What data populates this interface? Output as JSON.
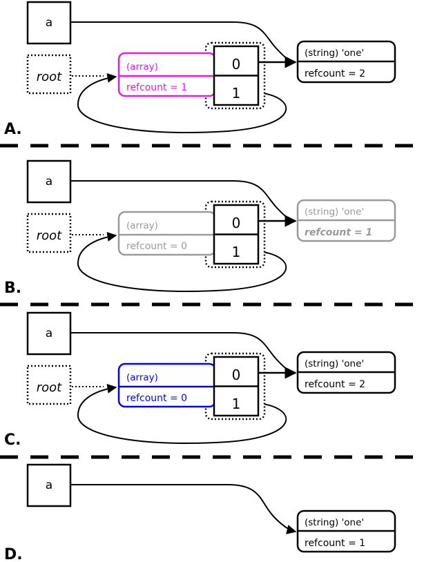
{
  "diagram": {
    "title": "PHP reference counting / garbage collection panels",
    "colors": {
      "black": "#000000",
      "magenta": "#e619e6",
      "grey": "#999999",
      "blue": "#0000ff",
      "white": "#ffffff"
    },
    "separator": {
      "style": "dashed",
      "color": "#000000"
    },
    "panels": [
      {
        "letter": "A.",
        "variable_box": {
          "label": "a",
          "style": "solid"
        },
        "root_box": {
          "label": "root",
          "style": "dotted"
        },
        "array_box": {
          "type_label": "(array)",
          "refcount_label": "refcount = 1",
          "color": "#e619e6",
          "emphasis": "normal"
        },
        "cells": [
          {
            "index": "0"
          },
          {
            "index": "1"
          }
        ],
        "string_box": {
          "type_label": "(string) 'one'",
          "refcount_label": "refcount = 2",
          "color": "#000000",
          "emphasis": "normal"
        },
        "has_array": true,
        "has_root": true,
        "has_cycle_arrow": true
      },
      {
        "letter": "B.",
        "variable_box": {
          "label": "a",
          "style": "solid"
        },
        "root_box": {
          "label": "root",
          "style": "dotted"
        },
        "array_box": {
          "type_label": "(array)",
          "refcount_label": "refcount = 0",
          "color": "#999999",
          "emphasis": "normal"
        },
        "cells": [
          {
            "index": "0"
          },
          {
            "index": "1"
          }
        ],
        "string_box": {
          "type_label": "(string) 'one'",
          "refcount_label": "refcount = 1",
          "color": "#999999",
          "emphasis": "bold-italic"
        },
        "has_array": true,
        "has_root": true,
        "has_cycle_arrow": true
      },
      {
        "letter": "C.",
        "variable_box": {
          "label": "a",
          "style": "solid"
        },
        "root_box": {
          "label": "root",
          "style": "dotted"
        },
        "array_box": {
          "type_label": "(array)",
          "refcount_label": "refcount = 0",
          "color": "#0000ff",
          "emphasis": "normal"
        },
        "cells": [
          {
            "index": "0"
          },
          {
            "index": "1"
          }
        ],
        "string_box": {
          "type_label": "(string) 'one'",
          "refcount_label": "refcount = 2",
          "color": "#000000",
          "emphasis": "normal"
        },
        "has_array": true,
        "has_root": true,
        "has_cycle_arrow": true
      },
      {
        "letter": "D.",
        "variable_box": {
          "label": "a",
          "style": "solid"
        },
        "root_box": null,
        "array_box": null,
        "cells": [],
        "string_box": {
          "type_label": "(string) 'one'",
          "refcount_label": "refcount = 1",
          "color": "#000000",
          "emphasis": "normal"
        },
        "has_array": false,
        "has_root": false,
        "has_cycle_arrow": false
      }
    ]
  }
}
